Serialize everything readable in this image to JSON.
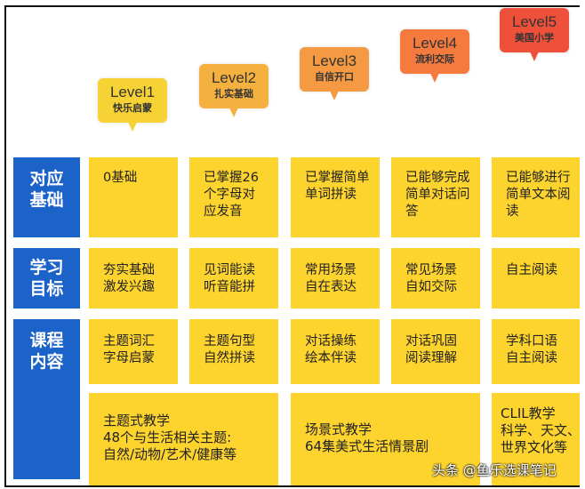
{
  "levels": [
    {
      "name": "Level1",
      "sub": "快乐启蒙",
      "color": "#f6d234"
    },
    {
      "name": "Level2",
      "sub": "扎实基础",
      "color": "#f5b13f"
    },
    {
      "name": "Level3",
      "sub": "自信开口",
      "color": "#f59a42"
    },
    {
      "name": "Level4",
      "sub": "流利交际",
      "color": "#f47a3e"
    },
    {
      "name": "Level5",
      "sub": "美国小学",
      "color": "#ee5039"
    }
  ],
  "rows": [
    {
      "label": [
        "对应",
        "基础"
      ],
      "cells": [
        [
          "0基础"
        ],
        [
          "已掌握26",
          "个字母对",
          "应发音"
        ],
        [
          "已掌握简单",
          "单词拼读"
        ],
        [
          "已能够完成",
          "简单对话问",
          "答"
        ],
        [
          "已能够进行",
          "简单文本阅",
          "读"
        ]
      ]
    },
    {
      "label": [
        "学习",
        "目标"
      ],
      "cells": [
        [
          "夯实基础",
          "激发兴趣"
        ],
        [
          "见词能读",
          "听音能拼"
        ],
        [
          "常用场景",
          "自在表达"
        ],
        [
          "常见场景",
          "自如交际"
        ],
        [
          "自主阅读"
        ]
      ]
    },
    {
      "label": [
        "课程",
        "内容"
      ],
      "cells": [
        [
          "主题词汇",
          "字母启蒙"
        ],
        [
          "主题句型",
          "自然拼读"
        ],
        [
          "对话操练",
          "绘本伴读"
        ],
        [
          "对话巩固",
          "阅读理解"
        ],
        [
          "学科口语",
          "自主阅读"
        ]
      ]
    }
  ],
  "wide_cells": [
    [
      "主题式教学",
      "48个与生活相关主题:",
      "自然/动物/艺术/健康等"
    ],
    [
      "场景式教学",
      "64集美式生活情景剧"
    ],
    [
      "CLIL教学",
      "科学、天文、",
      "世界文化等"
    ]
  ],
  "watermark": "头条 @鱼乐选课笔记",
  "colors": {
    "blue": "#1c63c9",
    "yellow": "#fdd32e"
  }
}
